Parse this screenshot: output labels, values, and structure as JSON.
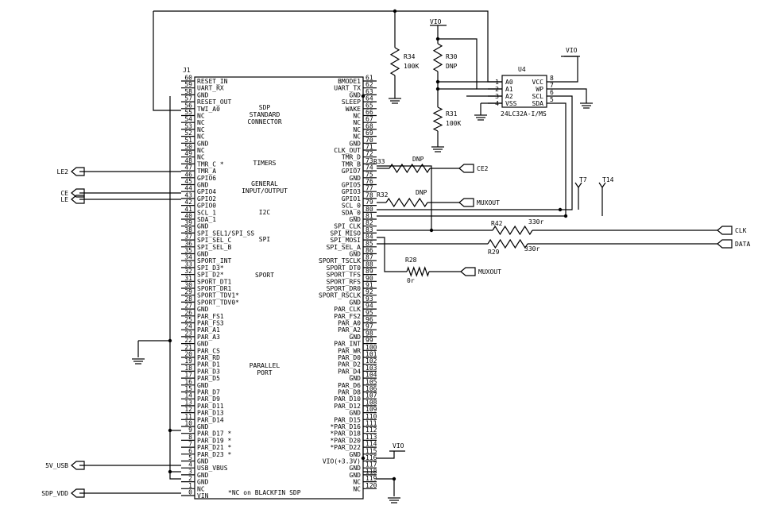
{
  "connector": {
    "ref": "J1",
    "footnote": "*NC on BLACKFIN SDP",
    "sections": [
      "SDP",
      "STANDARD",
      "CONNECTOR",
      "TIMERS",
      "GENERAL",
      "INPUT/OUTPUT",
      "I2C",
      "SPI",
      "SPORT",
      "PARALLEL",
      "PORT"
    ],
    "left_pins": [
      {
        "num": "60",
        "name": "RESET_IN"
      },
      {
        "num": "59",
        "name": "UART_RX"
      },
      {
        "num": "58",
        "name": "GND"
      },
      {
        "num": "57",
        "name": "RESET_OUT"
      },
      {
        "num": "56",
        "name": "TWI_A0"
      },
      {
        "num": "55",
        "name": "NC"
      },
      {
        "num": "54",
        "name": "NC"
      },
      {
        "num": "53",
        "name": "NC"
      },
      {
        "num": "52",
        "name": "NC"
      },
      {
        "num": "51",
        "name": "GND"
      },
      {
        "num": "50",
        "name": "NC"
      },
      {
        "num": "49",
        "name": "NC"
      },
      {
        "num": "48",
        "name": "TMR_C *"
      },
      {
        "num": "47",
        "name": "TMR_A"
      },
      {
        "num": "46",
        "name": "GPIO6"
      },
      {
        "num": "45",
        "name": "GND"
      },
      {
        "num": "44",
        "name": "GPIO4"
      },
      {
        "num": "43",
        "name": "GPIO2"
      },
      {
        "num": "42",
        "name": "GPIO0"
      },
      {
        "num": "41",
        "name": "SCL_1"
      },
      {
        "num": "40",
        "name": "SDA_1"
      },
      {
        "num": "39",
        "name": "GND"
      },
      {
        "num": "38",
        "name": "SPI_SEL1/SPI_SS"
      },
      {
        "num": "37",
        "name": "SPI_SEL_C"
      },
      {
        "num": "36",
        "name": "SPI_SEL_B"
      },
      {
        "num": "35",
        "name": "GND"
      },
      {
        "num": "34",
        "name": "SPORT_INT"
      },
      {
        "num": "33",
        "name": "SPI_D3*"
      },
      {
        "num": "32",
        "name": "SPI_D2*"
      },
      {
        "num": "31",
        "name": "SPORT_DT1"
      },
      {
        "num": "30",
        "name": "SPORT_DR1"
      },
      {
        "num": "29",
        "name": "SPORT_TDV1*"
      },
      {
        "num": "28",
        "name": "SPORT_TDV0*"
      },
      {
        "num": "27",
        "name": "GND"
      },
      {
        "num": "26",
        "name": "PAR_FS1"
      },
      {
        "num": "25",
        "name": "PAR_FS3"
      },
      {
        "num": "24",
        "name": "PAR_A1"
      },
      {
        "num": "23",
        "name": "PAR_A3"
      },
      {
        "num": "22",
        "name": "GND"
      },
      {
        "num": "21",
        "name": "PAR_CS"
      },
      {
        "num": "20",
        "name": "PAR_RD"
      },
      {
        "num": "19",
        "name": "PAR_D1"
      },
      {
        "num": "18",
        "name": "PAR_D3"
      },
      {
        "num": "17",
        "name": "PAR_D5"
      },
      {
        "num": "16",
        "name": "GND"
      },
      {
        "num": "15",
        "name": "PAR_D7"
      },
      {
        "num": "14",
        "name": "PAR_D9"
      },
      {
        "num": "13",
        "name": "PAR_D11"
      },
      {
        "num": "12",
        "name": "PAR_D13"
      },
      {
        "num": "11",
        "name": "PAR_D14"
      },
      {
        "num": "10",
        "name": "GND"
      },
      {
        "num": "9",
        "name": "PAR_D17 *"
      },
      {
        "num": "8",
        "name": "PAR_D19 *"
      },
      {
        "num": "7",
        "name": "PAR_D21 *"
      },
      {
        "num": "6",
        "name": "PAR_D23 *"
      },
      {
        "num": "5",
        "name": "GND"
      },
      {
        "num": "4",
        "name": "USB_VBUS"
      },
      {
        "num": "3",
        "name": "GND"
      },
      {
        "num": "2",
        "name": "GND"
      },
      {
        "num": "1",
        "name": "NC"
      },
      {
        "num": "0",
        "name": "VIN"
      }
    ],
    "right_pins": [
      {
        "num": "61",
        "name": "BMODE1"
      },
      {
        "num": "62",
        "name": "UART_TX"
      },
      {
        "num": "63",
        "name": "GND"
      },
      {
        "num": "64",
        "name": "SLEEP"
      },
      {
        "num": "65",
        "name": "WAKE"
      },
      {
        "num": "66",
        "name": "NC"
      },
      {
        "num": "67",
        "name": "NC"
      },
      {
        "num": "68",
        "name": "NC"
      },
      {
        "num": "69",
        "name": "NC"
      },
      {
        "num": "70",
        "name": "GND"
      },
      {
        "num": "71",
        "name": "CLK_OUT"
      },
      {
        "num": "72",
        "name": "TMR_D"
      },
      {
        "num": "73",
        "name": "TMR_B"
      },
      {
        "num": "74",
        "name": "GPIO7"
      },
      {
        "num": "75",
        "name": "GND"
      },
      {
        "num": "76",
        "name": "GPIO5"
      },
      {
        "num": "77",
        "name": "GPIO3"
      },
      {
        "num": "78",
        "name": "GPIO1"
      },
      {
        "num": "79",
        "name": "SCL_0"
      },
      {
        "num": "80",
        "name": "SDA_0"
      },
      {
        "num": "81",
        "name": "GND"
      },
      {
        "num": "82",
        "name": "SPI_CLK"
      },
      {
        "num": "83",
        "name": "SPI_MISO"
      },
      {
        "num": "84",
        "name": "SPI_MOSI"
      },
      {
        "num": "85",
        "name": "SPI_SEL_A"
      },
      {
        "num": "86",
        "name": "GND"
      },
      {
        "num": "87",
        "name": "SPORT_TSCLK"
      },
      {
        "num": "88",
        "name": "SPORT_DT0"
      },
      {
        "num": "89",
        "name": "SPORT_TFS"
      },
      {
        "num": "90",
        "name": "SPORT_RFS"
      },
      {
        "num": "91",
        "name": "SPORT_DR0"
      },
      {
        "num": "92",
        "name": "SPORT_RSCLK"
      },
      {
        "num": "93",
        "name": "GND"
      },
      {
        "num": "94",
        "name": "PAR_CLK"
      },
      {
        "num": "95",
        "name": "PAR_FS2"
      },
      {
        "num": "96",
        "name": "PAR_A0"
      },
      {
        "num": "97",
        "name": "PAR_A2"
      },
      {
        "num": "98",
        "name": "GND"
      },
      {
        "num": "99",
        "name": "PAR_INT"
      },
      {
        "num": "100",
        "name": "PAR_WR"
      },
      {
        "num": "101",
        "name": "PAR_D0"
      },
      {
        "num": "102",
        "name": "PAR_D2"
      },
      {
        "num": "103",
        "name": "PAR_D4"
      },
      {
        "num": "104",
        "name": "GND"
      },
      {
        "num": "105",
        "name": "PAR_D6"
      },
      {
        "num": "106",
        "name": "PAR_D8"
      },
      {
        "num": "107",
        "name": "PAR_D10"
      },
      {
        "num": "108",
        "name": "PAR_D12"
      },
      {
        "num": "109",
        "name": "GND"
      },
      {
        "num": "110",
        "name": "PAR_D15"
      },
      {
        "num": "111",
        "name": "*PAR_D16"
      },
      {
        "num": "112",
        "name": "*PAR_D18"
      },
      {
        "num": "113",
        "name": "*PAR_D20"
      },
      {
        "num": "114",
        "name": "*PAR_D22"
      },
      {
        "num": "115",
        "name": "GND"
      },
      {
        "num": "116",
        "name": "VIO(+3.3V)"
      },
      {
        "num": "117",
        "name": "GND"
      },
      {
        "num": "118",
        "name": "GND"
      },
      {
        "num": "119",
        "name": "NC"
      },
      {
        "num": "120",
        "name": "NC"
      }
    ]
  },
  "eeprom": {
    "ref": "U4",
    "part": "24LC32A-I/MS",
    "left_pins": [
      {
        "num": "1",
        "name": "A0"
      },
      {
        "num": "2",
        "name": "A1"
      },
      {
        "num": "3",
        "name": "A2"
      },
      {
        "num": "4",
        "name": "VSS"
      }
    ],
    "right_pins": [
      {
        "num": "8",
        "name": "VCC"
      },
      {
        "num": "7",
        "name": "WP"
      },
      {
        "num": "6",
        "name": "SCL"
      },
      {
        "num": "5",
        "name": "SDA"
      }
    ]
  },
  "resistors": {
    "r34": {
      "ref": "R34",
      "value": "100K"
    },
    "r30": {
      "ref": "R30",
      "value": "DNP"
    },
    "r31": {
      "ref": "R31",
      "value": "100K"
    },
    "r33": {
      "ref": "R33",
      "value": "DNP"
    },
    "r32": {
      "ref": "R32",
      "value": "DNP"
    },
    "r42": {
      "ref": "R42",
      "value": "330r"
    },
    "r29": {
      "ref": "R29",
      "value": "330r"
    },
    "r28": {
      "ref": "R28",
      "value": "0r"
    }
  },
  "nets": {
    "vio": "VIO",
    "le2": "LE2",
    "ce": "CE",
    "le": "LE",
    "ce2": "CE2",
    "muxout": "MUXOUT",
    "clk": "CLK",
    "data": "DATA",
    "usb": "5V_USB",
    "vdd": "SDP_VDD"
  },
  "test_points": [
    "T7",
    "T14"
  ]
}
